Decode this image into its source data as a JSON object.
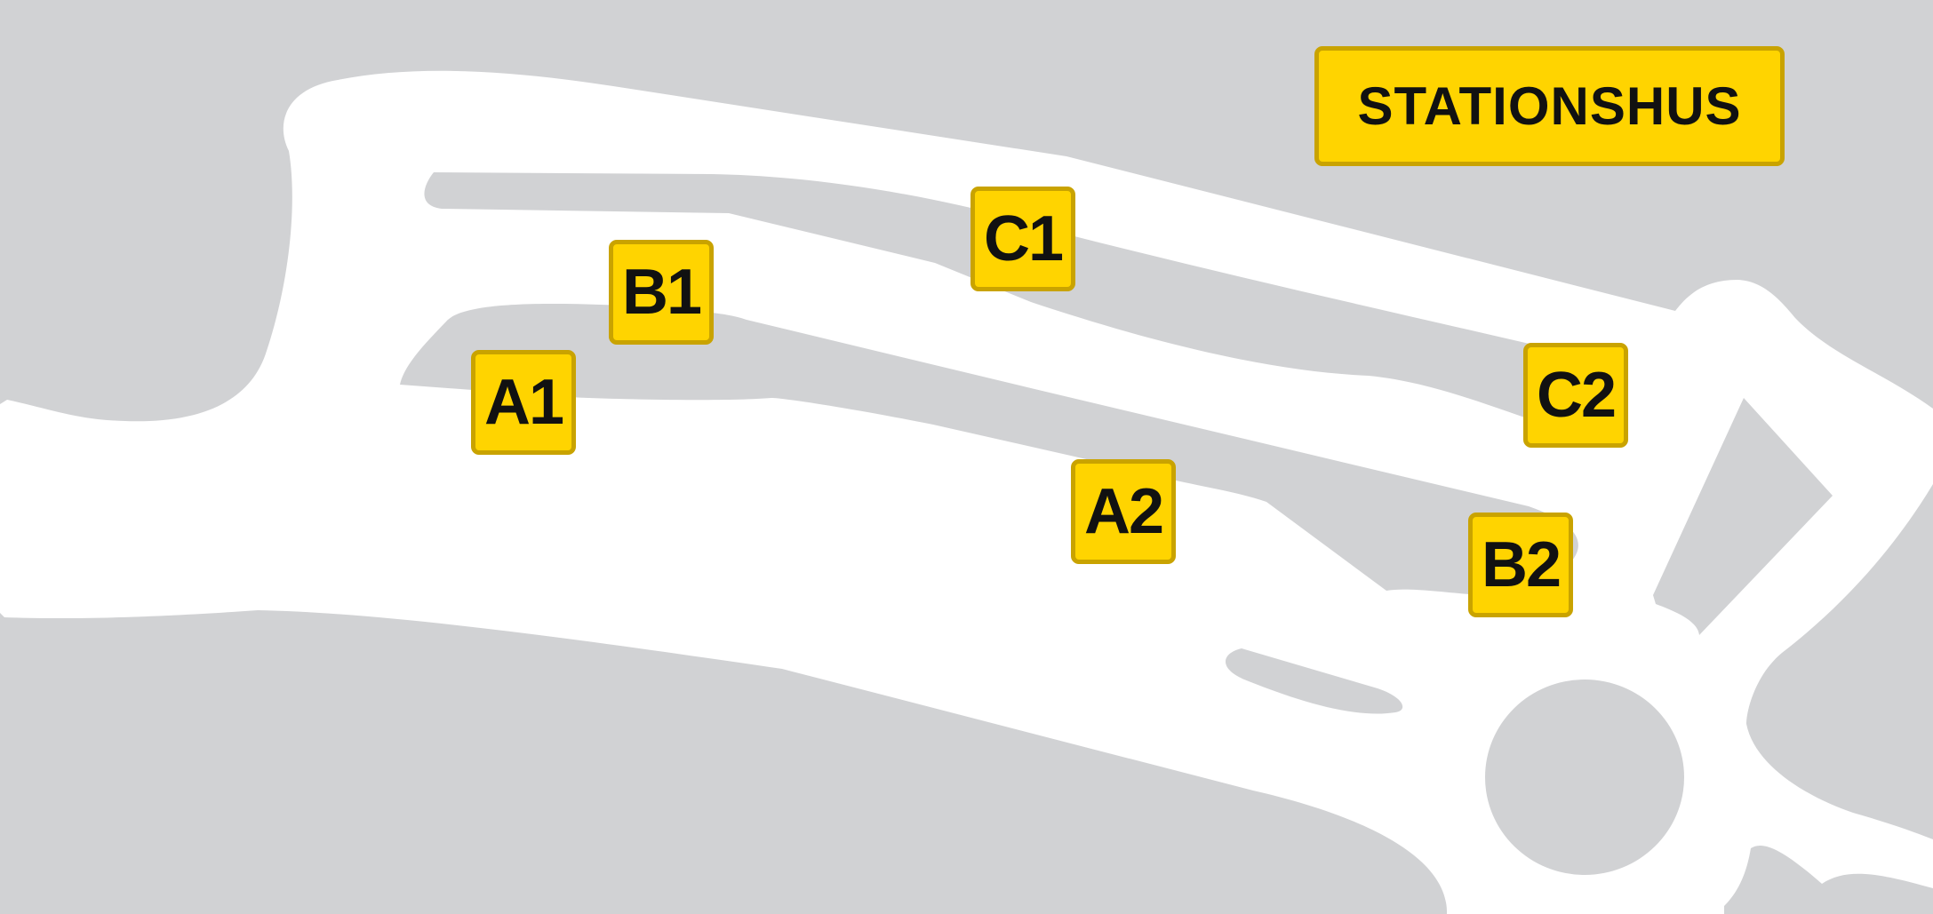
{
  "colors": {
    "background": "#d1d2d4",
    "road": "#ffffff",
    "platform_gap": "#d1d2d4",
    "label_fill": "#ffd400",
    "label_border": "#c9a300",
    "label_text": "#111111"
  },
  "station": {
    "label": "STATIONSHUS"
  },
  "platforms": [
    {
      "id": "A1",
      "label": "A1"
    },
    {
      "id": "B1",
      "label": "B1"
    },
    {
      "id": "C1",
      "label": "C1"
    },
    {
      "id": "A2",
      "label": "A2"
    },
    {
      "id": "B2",
      "label": "B2"
    },
    {
      "id": "C2",
      "label": "C2"
    }
  ]
}
